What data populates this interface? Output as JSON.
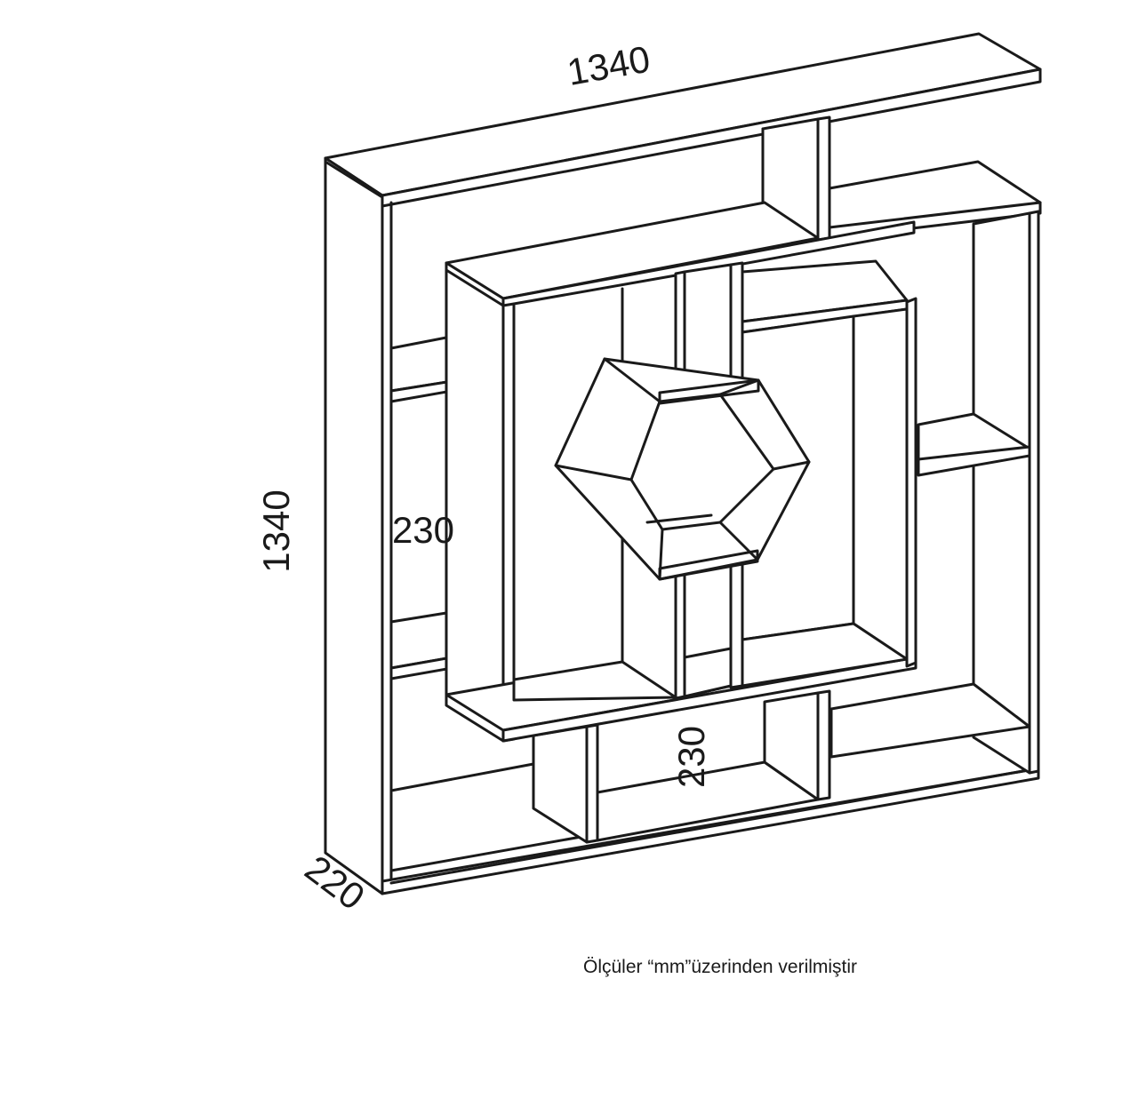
{
  "dimensions": {
    "width_label": "1340",
    "height_label": "1340",
    "depth_label": "220",
    "inner_height_label": "230",
    "inner_width_label": "230"
  },
  "footnote": "Ölçüler “mm”üzerinden verilmiştir"
}
